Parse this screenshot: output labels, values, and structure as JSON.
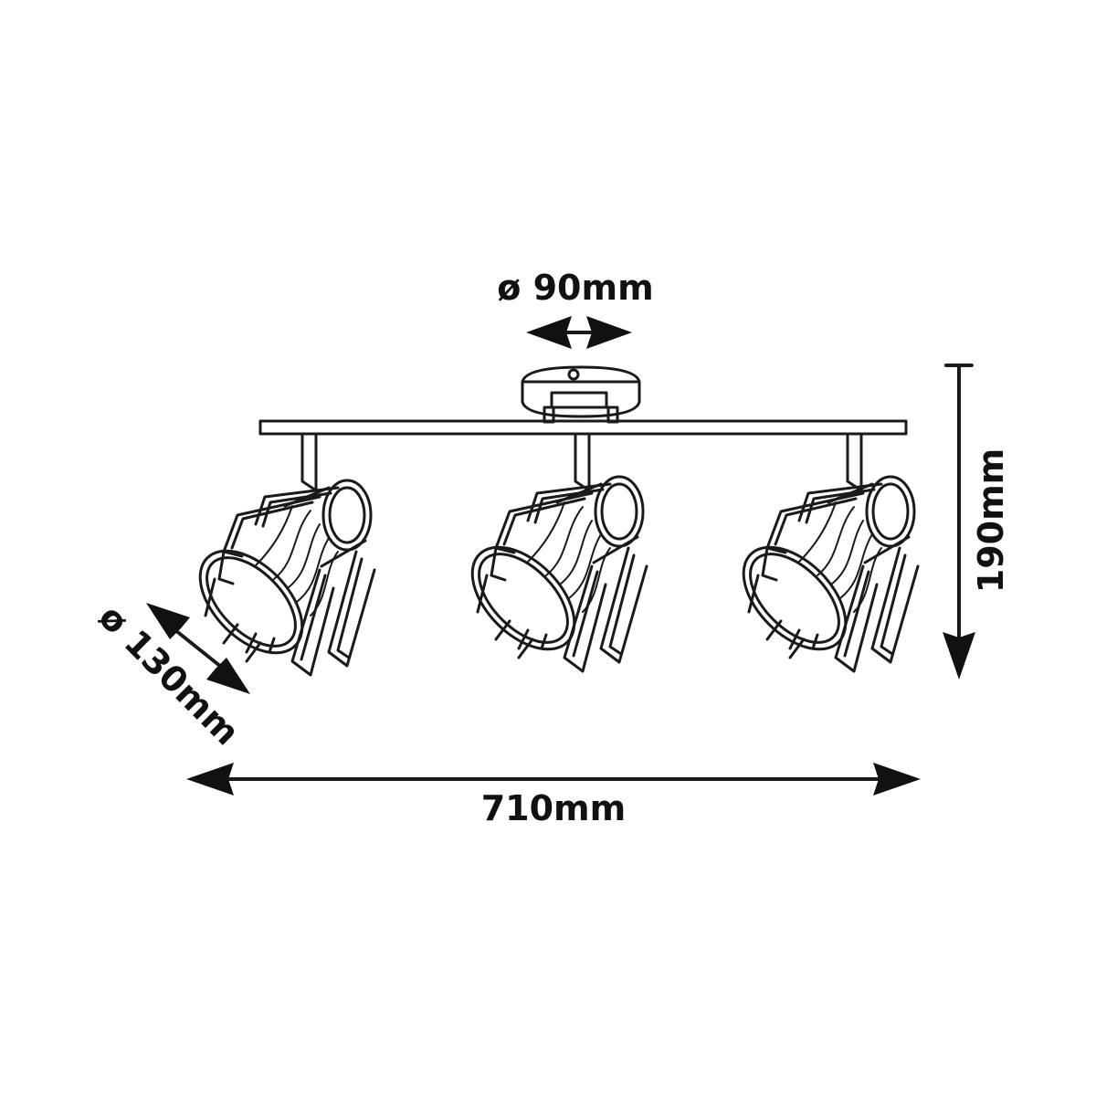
{
  "diagram": {
    "subject": "3-spot ceiling light bar with wire cage shades",
    "colors": {
      "line": "#1a1a1a",
      "text": "#111111",
      "background": "#ffffff"
    },
    "dimensions": {
      "canopy_diameter": "ø 90mm",
      "shade_diameter": "ø 130mm",
      "total_width": "710mm",
      "total_height": "190mm"
    },
    "spot_count": 3
  }
}
